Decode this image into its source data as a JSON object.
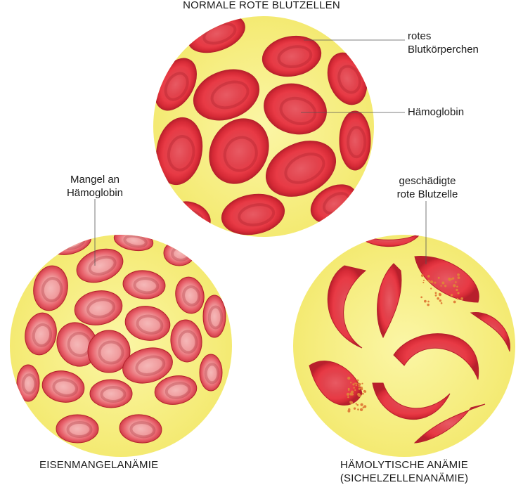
{
  "title": "NORMALE ROTE BLUTZELLEN",
  "labels": {
    "red_cell_line1": "rotes",
    "red_cell_line2": "Blutkörperchen",
    "hemoglobin": "Hämoglobin",
    "lack_line1": "Mangel an",
    "lack_line2": "Hämoglobin",
    "damaged_line1": "geschädigte",
    "damaged_line2": "rote Blutzelle"
  },
  "captions": {
    "iron_deficiency": "EISENMANGELANÄMIE",
    "hemolytic_line1": "HÄMOLYTISCHE ANÄMIE",
    "hemolytic_line2": "(SICHELZELLENANÄMIE)"
  },
  "colors": {
    "background_fluid": "#f7f08a",
    "cell_red": "#e0303d",
    "cell_pale": "#ee7a80",
    "leader_line": "#555555"
  }
}
